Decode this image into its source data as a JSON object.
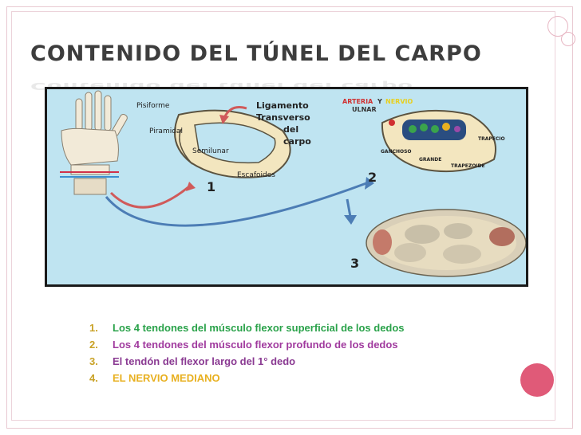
{
  "slide": {
    "title": "Contenido del túnel del carpo",
    "accent_color": "#e05a78"
  },
  "figure": {
    "labels": {
      "pisiforme": "Pisiforme",
      "piramidal": "Piramidal",
      "semilunar": "Semilunar",
      "escafoides": "Escafoides",
      "ligamento_1": "Ligamento",
      "ligamento_2": "Transverso",
      "ligamento_3": "del",
      "ligamento_4": "carpo",
      "arteria": "ARTERIA",
      "y": "Y",
      "nervio": "NERVIO",
      "ulnar": "ULNAR",
      "trapecio": "TRAPECIO",
      "ganchoso": "GANCHOSO",
      "grande": "GRANDE",
      "trapezoide": "TRAPEZOIDE",
      "num1": "1",
      "num2": "2",
      "num3": "3"
    }
  },
  "contents_list": [
    {
      "number": "1.",
      "text": "Los 4 tendones del músculo flexor superficial de los dedos"
    },
    {
      "number": "2.",
      "text": "Los 4 tendones del músculo flexor profundo de los dedos"
    },
    {
      "number": "3.",
      "text": "El tendón del flexor largo del 1° dedo"
    },
    {
      "number": "4.",
      "text": "EL NERVIO MEDIANO"
    }
  ]
}
